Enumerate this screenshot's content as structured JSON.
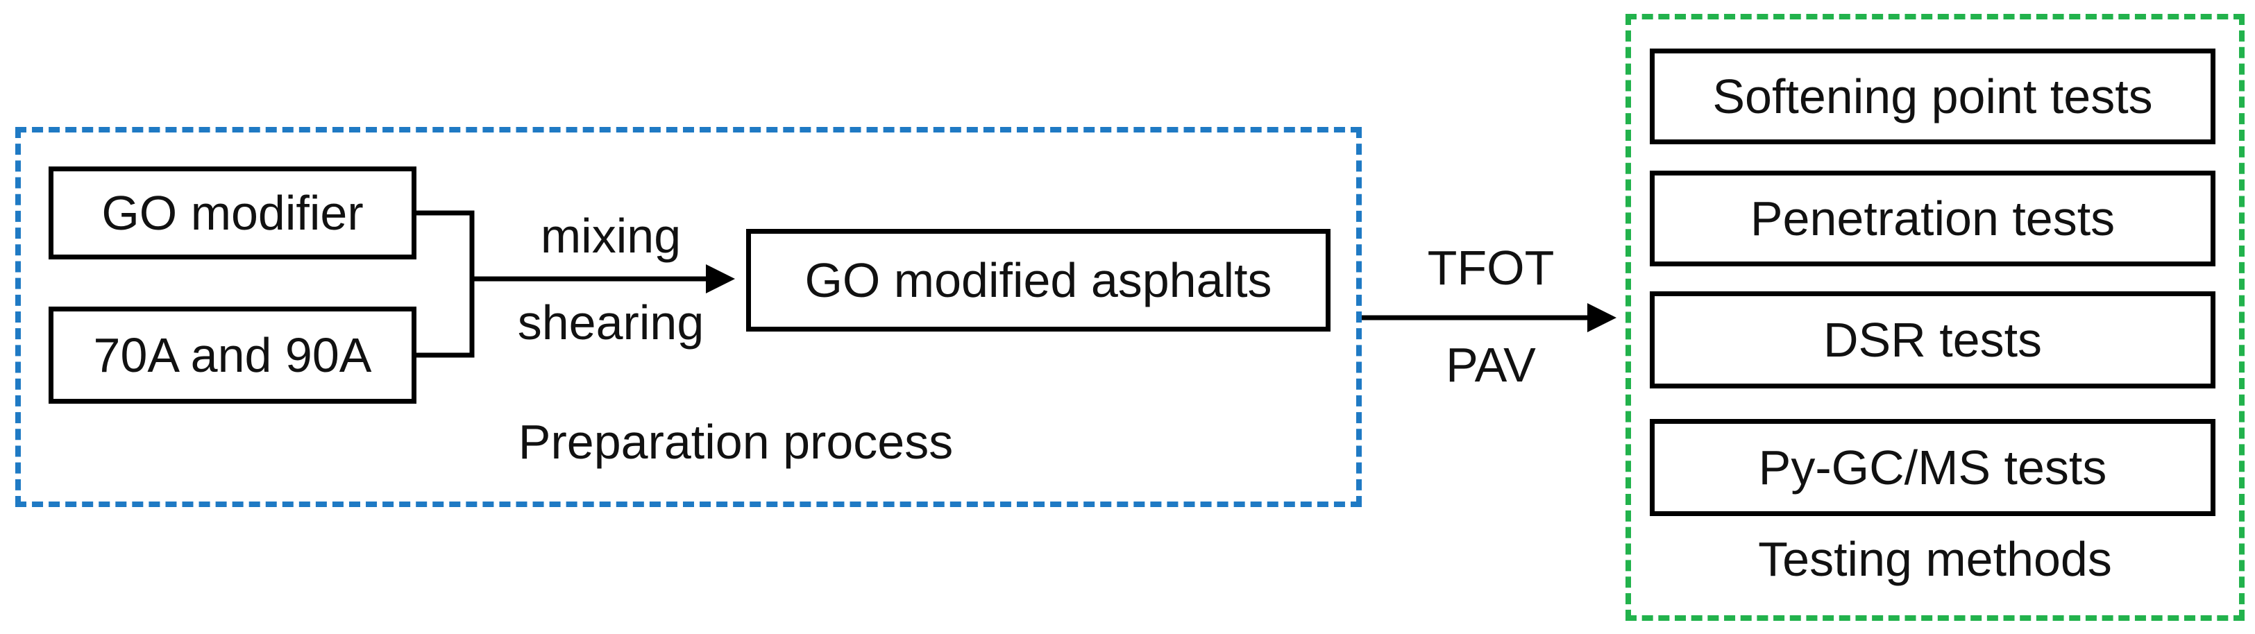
{
  "preparation": {
    "group_label": "Preparation process",
    "inputs": [
      "GO modifier",
      "70A and 90A"
    ],
    "step_labels": [
      "mixing",
      "shearing"
    ],
    "output": "GO modified asphalts",
    "border_color": "#1f7ac4"
  },
  "transition": {
    "labels": [
      "TFOT",
      "PAV"
    ]
  },
  "testing": {
    "group_label": "Testing methods",
    "tests": [
      "Softening point tests",
      "Penetration tests",
      "DSR tests",
      "Py-GC/MS tests"
    ],
    "border_color": "#22b24c"
  }
}
